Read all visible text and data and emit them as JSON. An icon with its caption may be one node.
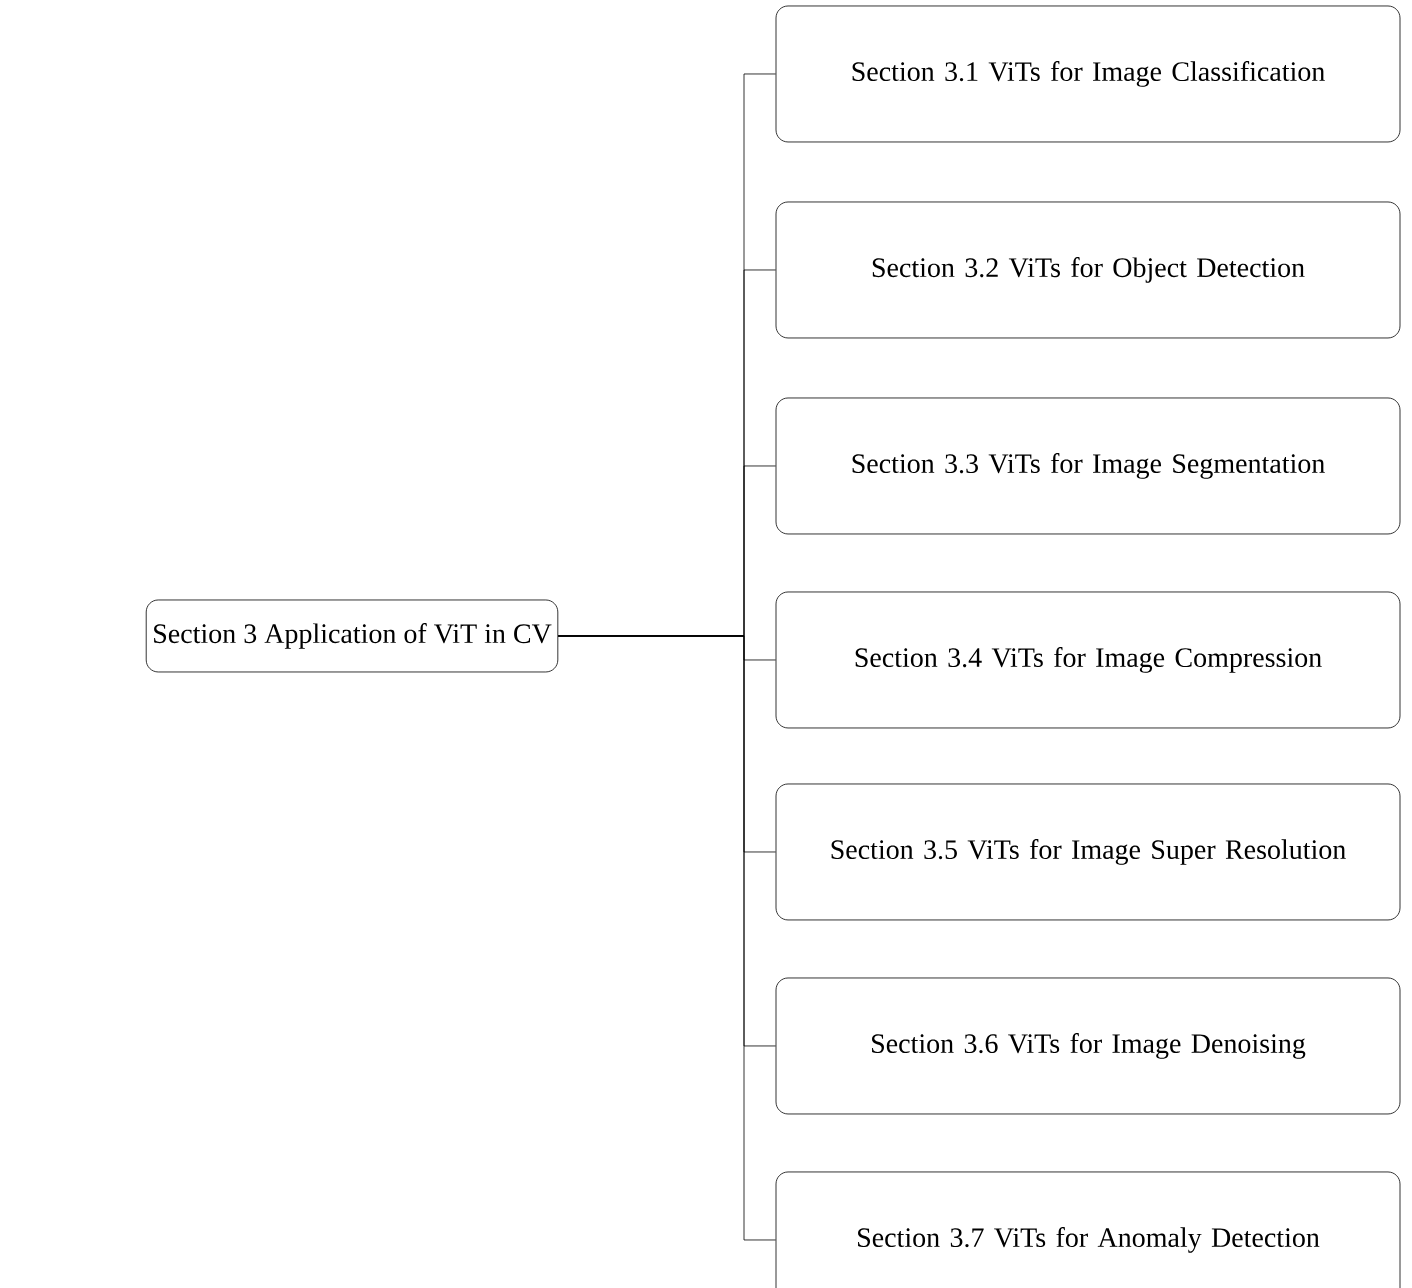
{
  "diagram": {
    "nodes": [
      {
        "text": [
          "Section 3 Application of ViT in CV"
        ]
      },
      {
        "text": [
          "Section 3.1 ViTs for Image Classification"
        ]
      },
      {
        "text": [
          "Section 3.2 ViTs for Object Detection"
        ]
      },
      {
        "text": [
          "Section 3.3 ViTs for Image Segmentation"
        ]
      },
      {
        "text": [
          "Section 3.4 ViTs for Image Compression"
        ]
      },
      {
        "text": [
          "Section 3.5 ViTs for Image Super Resolution"
        ]
      },
      {
        "text": [
          "Section 3.6 ViTs for Image Denoising"
        ]
      },
      {
        "text": [
          "Section 3.7 ViTs for Anomaly Detection"
        ]
      }
    ],
    "edges": [
      {
        "from": 0,
        "to": 1,
        "arrow": "none"
      },
      {
        "from": 0,
        "to": 2,
        "arrow": "none"
      },
      {
        "from": 0,
        "to": 3,
        "arrow": "none"
      },
      {
        "from": 0,
        "to": 4,
        "arrow": "none"
      },
      {
        "from": 0,
        "to": 5,
        "arrow": "none"
      },
      {
        "from": 0,
        "to": 6,
        "arrow": "none"
      },
      {
        "from": 0,
        "to": 7,
        "arrow": "none"
      }
    ]
  }
}
